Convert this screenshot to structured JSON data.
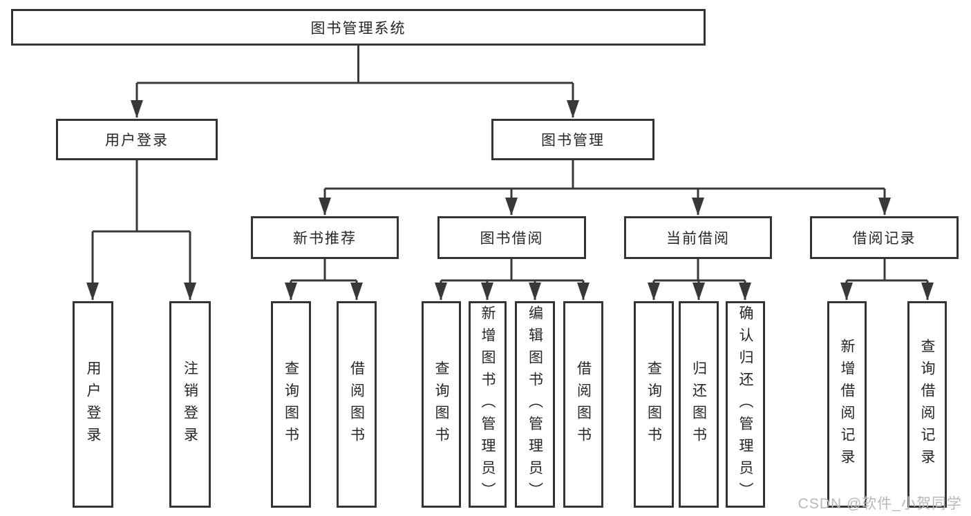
{
  "diagram": {
    "title": "图书管理系统",
    "colors": {
      "line": "#383838",
      "border": "#343434",
      "text": "#262626",
      "background": "#ffffff",
      "watermark_gray": "#b8b8b8"
    },
    "nodes": {
      "root": {
        "label": "图书管理系统"
      },
      "user_login": {
        "label": "用户登录"
      },
      "book_mgmt": {
        "label": "图书管理"
      },
      "new_book_rec": {
        "label": "新书推荐"
      },
      "book_borrow": {
        "label": "图书借阅"
      },
      "current_borrow": {
        "label": "当前借阅"
      },
      "borrow_record": {
        "label": "借阅记录"
      },
      "leaf_user_login": {
        "label": "用户登录"
      },
      "leaf_logout": {
        "label": "注销登录"
      },
      "leaf_rec_query": {
        "label": "查询图书"
      },
      "leaf_rec_borrow": {
        "label": "借阅图书"
      },
      "leaf_bb_query": {
        "label": "查询图书"
      },
      "leaf_bb_add": {
        "label": "新增图书（管理员）"
      },
      "leaf_bb_edit": {
        "label": "编辑图书（管理员）"
      },
      "leaf_bb_borrow": {
        "label": "借阅图书"
      },
      "leaf_cb_query": {
        "label": "查询图书"
      },
      "leaf_cb_return": {
        "label": "归还图书"
      },
      "leaf_cb_confirm": {
        "label": "确认归还（管理员）"
      },
      "leaf_br_add": {
        "label": "新增借阅记录"
      },
      "leaf_br_query": {
        "label": "查询借阅记录"
      }
    },
    "edges": [
      [
        "root",
        "user_login"
      ],
      [
        "root",
        "book_mgmt"
      ],
      [
        "user_login",
        "leaf_user_login"
      ],
      [
        "user_login",
        "leaf_logout"
      ],
      [
        "book_mgmt",
        "new_book_rec"
      ],
      [
        "book_mgmt",
        "book_borrow"
      ],
      [
        "book_mgmt",
        "current_borrow"
      ],
      [
        "book_mgmt",
        "borrow_record"
      ],
      [
        "new_book_rec",
        "leaf_rec_query"
      ],
      [
        "new_book_rec",
        "leaf_rec_borrow"
      ],
      [
        "book_borrow",
        "leaf_bb_query"
      ],
      [
        "book_borrow",
        "leaf_bb_add"
      ],
      [
        "book_borrow",
        "leaf_bb_edit"
      ],
      [
        "book_borrow",
        "leaf_bb_borrow"
      ],
      [
        "current_borrow",
        "leaf_cb_query"
      ],
      [
        "current_borrow",
        "leaf_cb_return"
      ],
      [
        "current_borrow",
        "leaf_cb_confirm"
      ],
      [
        "borrow_record",
        "leaf_br_add"
      ],
      [
        "borrow_record",
        "leaf_br_query"
      ]
    ]
  },
  "watermark": {
    "text": "CSDN @软件_小贺同学"
  }
}
